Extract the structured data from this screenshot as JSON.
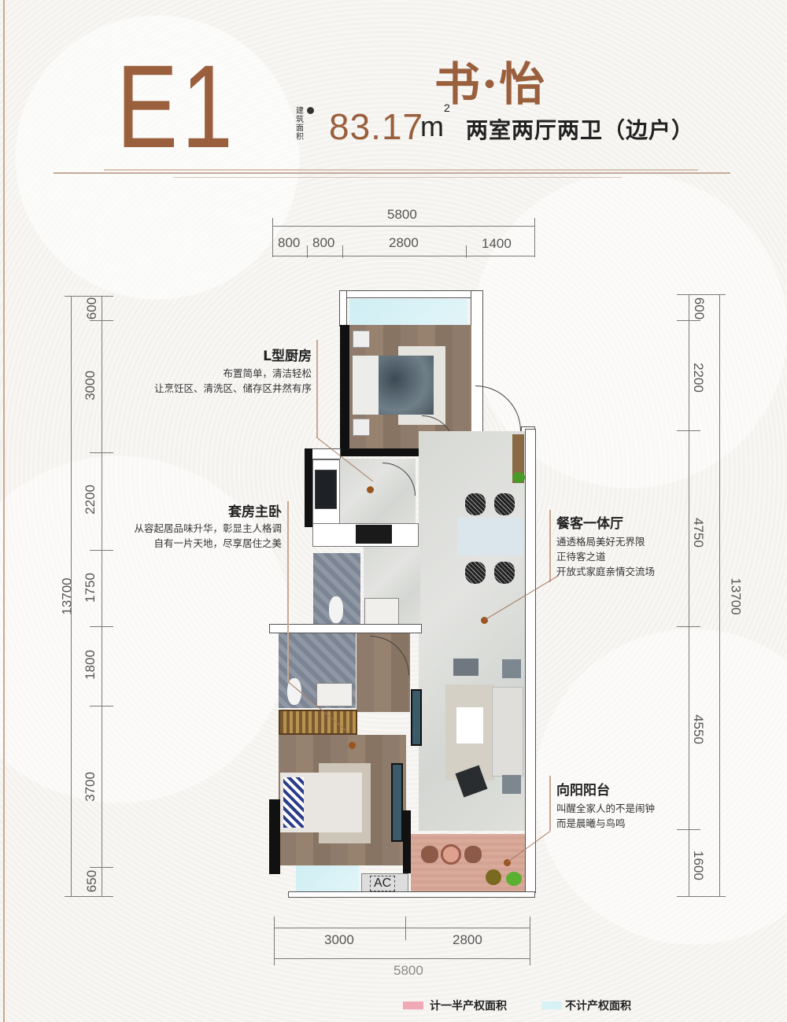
{
  "header": {
    "unit_code": "E1",
    "name": "书·怡",
    "area_label": "建筑面积",
    "area_icon": "approx-icon",
    "area_value": "83.17",
    "area_unit": "m",
    "area_unit_sup": "2",
    "layout_desc": "两室两厅两卫（边户）"
  },
  "dimensions": {
    "top_total": "5800",
    "top_segments": [
      "800",
      "800",
      "2800",
      "1400"
    ],
    "bottom_segments": [
      "3000",
      "2800"
    ],
    "bottom_total": "5800",
    "left_total": "13700",
    "left_segments": [
      "600",
      "3000",
      "2200",
      "1750",
      "1800",
      "3700",
      "650"
    ],
    "right_total": "13700",
    "right_segments": [
      "600",
      "2200",
      "4750",
      "4550",
      "1600"
    ]
  },
  "callouts": {
    "kitchen": {
      "title": "L型厨房",
      "lines": [
        "布置简单，清洁轻松",
        "让烹饪区、清洗区、储存区井然有序"
      ]
    },
    "master": {
      "title": "套房主卧",
      "lines": [
        "从容起居品味升华，彰显主人格调",
        "自有一片天地，尽享居住之美"
      ]
    },
    "living": {
      "title": "餐客一体厅",
      "lines": [
        "通透格局美好无界限",
        "正待客之道",
        "开放式家庭亲情交流场"
      ]
    },
    "balcony": {
      "title": "向阳阳台",
      "lines": [
        "叫醒全家人的不是闹钟",
        "而是晨曦与鸟鸣"
      ]
    }
  },
  "plan": {
    "ac_label": "AC"
  },
  "legend": [
    {
      "label": "计一半产权面积",
      "color": "#f2a9b6"
    },
    {
      "label": "不计产权面积",
      "color": "#d6f2f7"
    }
  ],
  "colors": {
    "brand": "#9a5f3c",
    "pin": "#9a5420"
  }
}
